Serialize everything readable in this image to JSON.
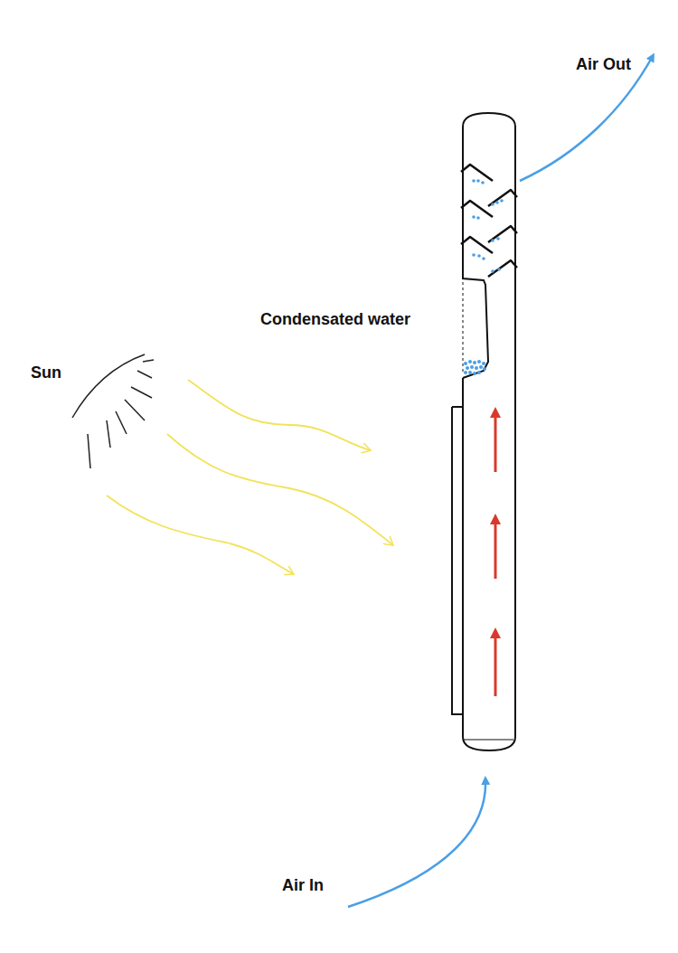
{
  "diagram": {
    "labels": [
      "Air Out",
      "Condensated water",
      "Sun",
      "Air In"
    ]
  }
}
